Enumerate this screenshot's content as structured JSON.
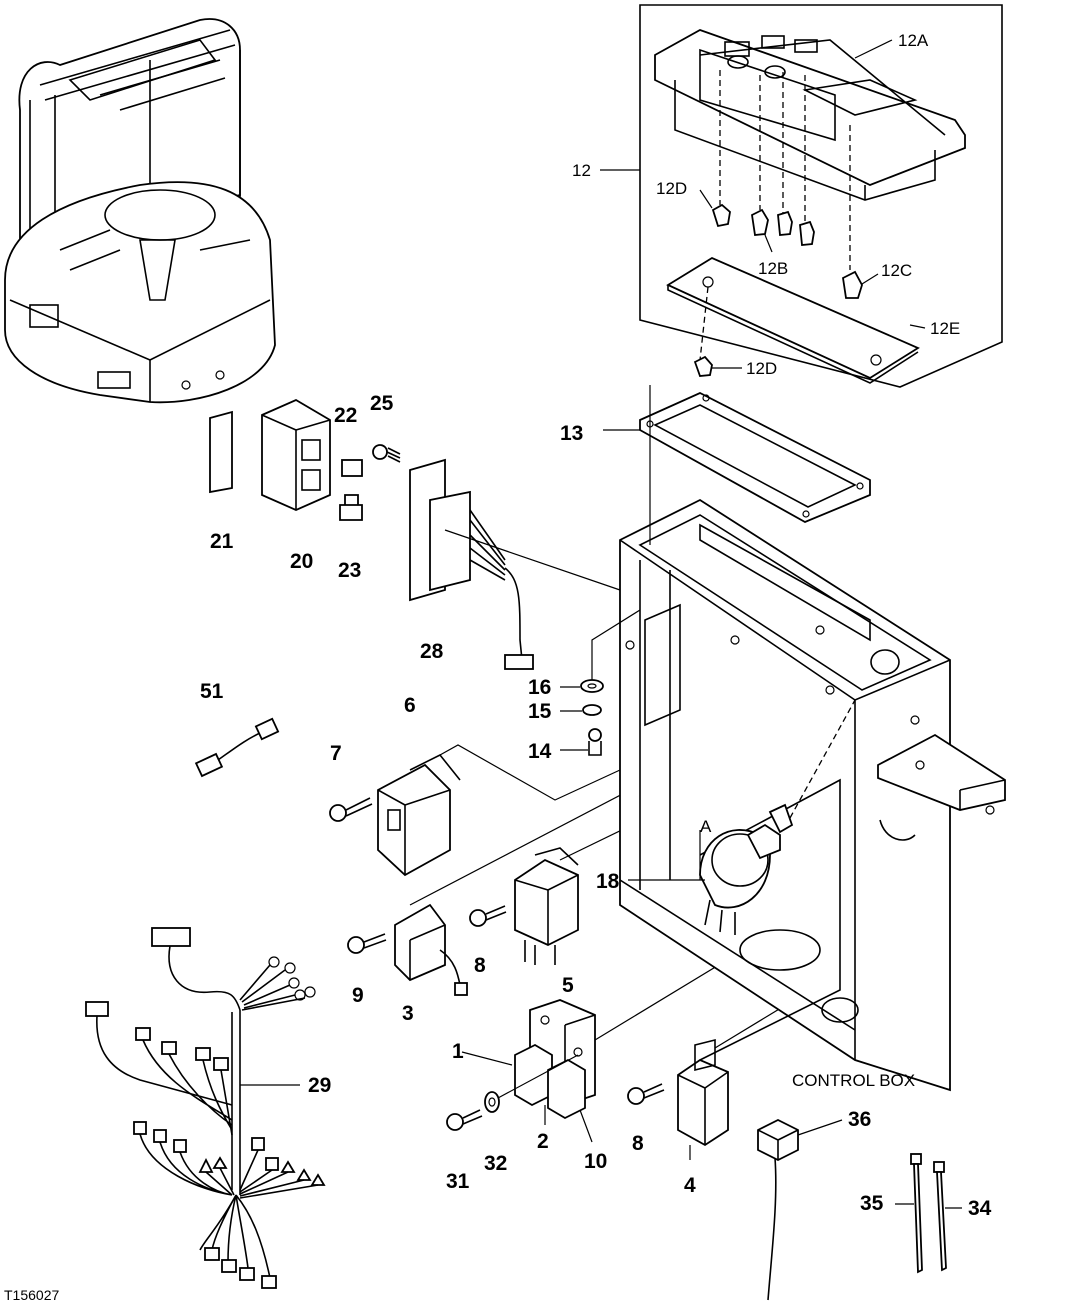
{
  "document_id": "T156027",
  "box_label": "CONTROL BOX",
  "section_label": "A",
  "labels": {
    "p1": "1",
    "p2": "2",
    "p3": "3",
    "p4": "4",
    "p5": "5",
    "p6": "6",
    "p7": "7",
    "p8a": "8",
    "p8b": "8",
    "p9": "9",
    "p10": "10",
    "p12": "12",
    "p12A": "12A",
    "p12B": "12B",
    "p12C": "12C",
    "p12Da": "12D",
    "p12Db": "12D",
    "p12E": "12E",
    "p13": "13",
    "p14": "14",
    "p15": "15",
    "p16": "16",
    "p18": "18",
    "p20": "20",
    "p21": "21",
    "p22": "22",
    "p23": "23",
    "p25": "25",
    "p28": "28",
    "p29": "29",
    "p31": "31",
    "p32": "32",
    "p34": "34",
    "p35": "35",
    "p36": "36",
    "p51": "51"
  }
}
